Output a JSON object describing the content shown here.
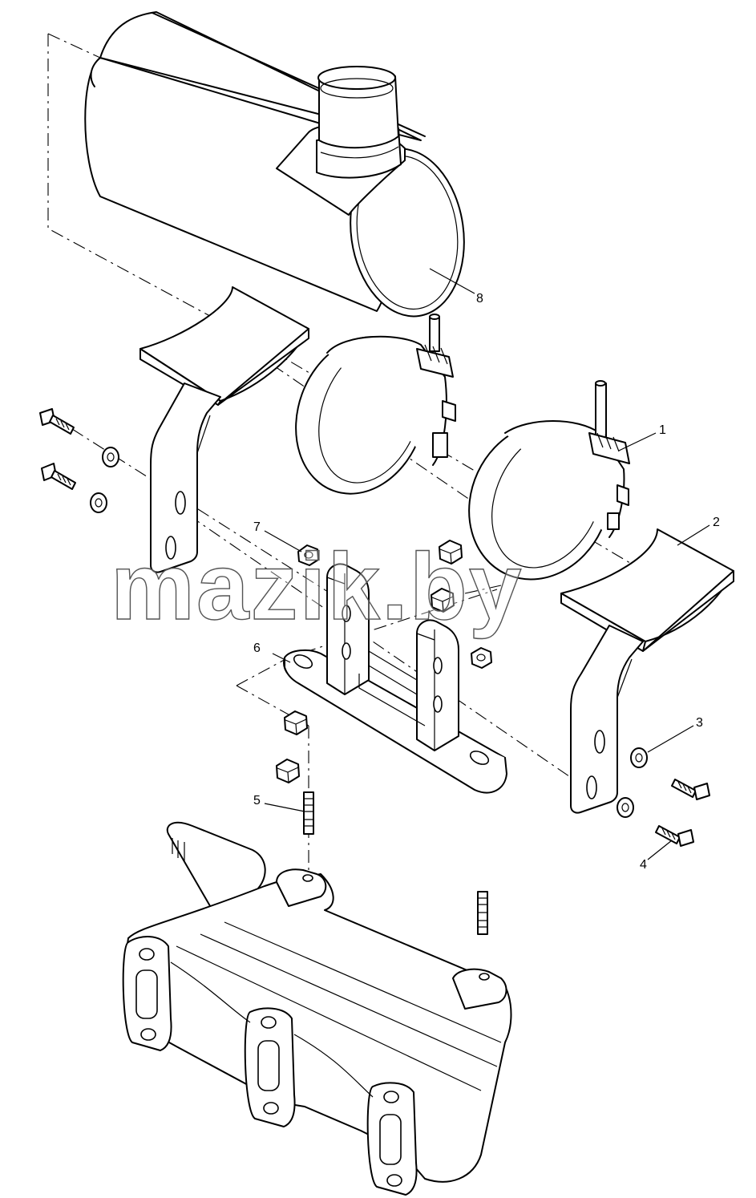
{
  "watermark": "mazik.by",
  "callouts": {
    "c1": "1",
    "c2": "2",
    "c3": "3",
    "c4": "4",
    "c5": "5",
    "c6": "6",
    "c7": "7",
    "c8": "8"
  }
}
